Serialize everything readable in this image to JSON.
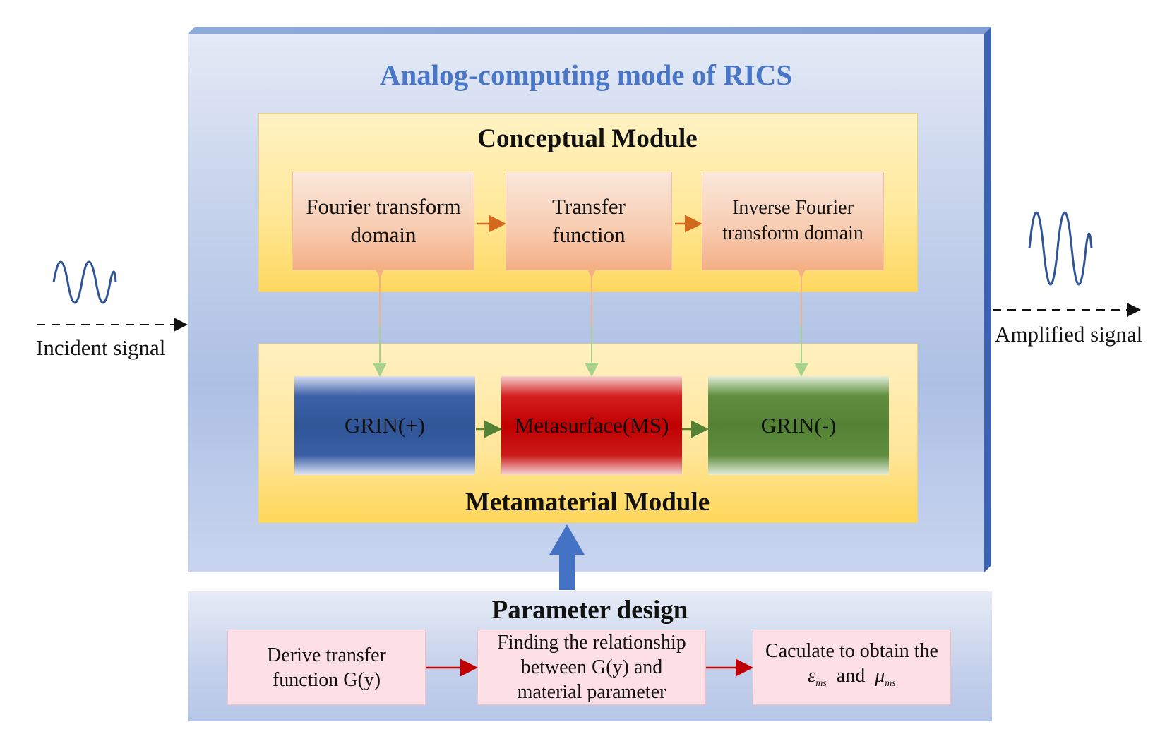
{
  "title": "Analog-computing mode of RICS",
  "conceptual_module": {
    "title": "Conceptual Module",
    "boxes": [
      {
        "line1": "Fourier transform",
        "line2": "domain"
      },
      {
        "line1": "Transfer",
        "line2": "function"
      },
      {
        "line1": "Inverse Fourier",
        "line2": "transform domain"
      }
    ]
  },
  "metamaterial_module": {
    "title": "Metamaterial Module",
    "boxes": [
      "GRIN(+)",
      "Metasurface(MS)",
      "GRIN(-)"
    ],
    "colors": {
      "grin_plus": "#2f5597",
      "metasurface": "#c00000",
      "grin_minus": "#548235"
    }
  },
  "parameter_design": {
    "title": "Parameter design",
    "boxes": [
      {
        "line1": "Derive transfer",
        "line2": "function G(y)"
      },
      {
        "line1": "Finding the relationship",
        "line2": "between G(y) and",
        "line3": "material parameter"
      },
      {
        "line1": "Caculate to obtain the",
        "eps": "ε",
        "eps_sub": "ms",
        "and": "and",
        "mu": "μ",
        "mu_sub": "ms"
      }
    ]
  },
  "signals": {
    "incident": "Incident signal",
    "amplified": "Amplified signal"
  },
  "colors": {
    "title": "#4a76c8",
    "wave": "#2f5597",
    "panel_edge": "#3b63b0",
    "arrow_orange": "#d26a1e",
    "arrow_green": "#548235",
    "arrow_red": "#c00000",
    "arrow_blue": "#4472c4"
  }
}
